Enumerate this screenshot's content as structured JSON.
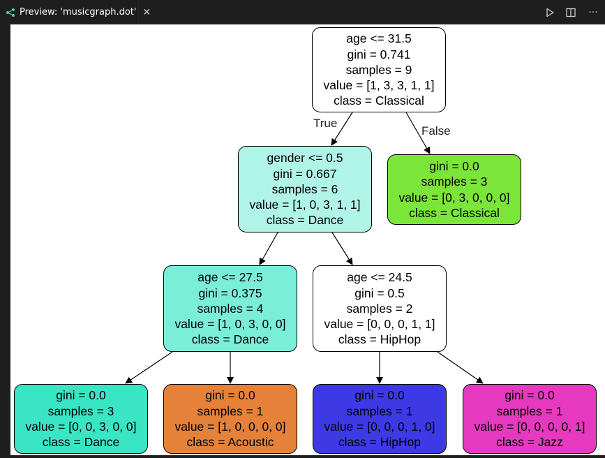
{
  "tab": {
    "title": "Preview: 'musicgraph.dot'",
    "close": "✕",
    "icon": "graph-preview-icon"
  },
  "toolbar": {
    "icons": [
      "run-icon",
      "split-editor-icon",
      "more-actions-icon"
    ],
    "more_label": "···"
  },
  "colors": {
    "accent_green": "#4ec9b0"
  },
  "tree": {
    "nodes": [
      {
        "id": "n0",
        "lines": [
          "age <= 31.5",
          "gini = 0.741",
          "samples = 9",
          "value = [1, 3, 3, 1, 1]",
          "class = Classical"
        ],
        "fill": "#ffffff"
      },
      {
        "id": "n1",
        "lines": [
          "gender <= 0.5",
          "gini = 0.667",
          "samples = 6",
          "value = [1, 0, 3, 1, 1]",
          "class = Dance"
        ],
        "fill": "#b0f4e7"
      },
      {
        "id": "n2",
        "lines": [
          "gini = 0.0",
          "samples = 3",
          "value = [0, 3, 0, 0, 0]",
          "class = Classical"
        ],
        "fill": "#7be539"
      },
      {
        "id": "n3",
        "lines": [
          "age <= 27.5",
          "gini = 0.375",
          "samples = 4",
          "value = [1, 0, 3, 0, 0]",
          "class = Dance"
        ],
        "fill": "#7beed8"
      },
      {
        "id": "n4",
        "lines": [
          "age <= 24.5",
          "gini = 0.5",
          "samples = 2",
          "value = [0, 0, 0, 1, 1]",
          "class = HipHop"
        ],
        "fill": "#ffffff"
      },
      {
        "id": "n5",
        "lines": [
          "gini = 0.0",
          "samples = 3",
          "value = [0, 0, 3, 0, 0]",
          "class = Dance"
        ],
        "fill": "#39e5c5"
      },
      {
        "id": "n6",
        "lines": [
          "gini = 0.0",
          "samples = 1",
          "value = [1, 0, 0, 0, 0]",
          "class = Acoustic"
        ],
        "fill": "#e58139"
      },
      {
        "id": "n7",
        "lines": [
          "gini = 0.0",
          "samples = 1",
          "value = [0, 0, 0, 1, 0]",
          "class = HipHop"
        ],
        "fill": "#3c39e5"
      },
      {
        "id": "n8",
        "lines": [
          "gini = 0.0",
          "samples = 1",
          "value = [0, 0, 0, 0, 1]",
          "class = Jazz"
        ],
        "fill": "#e539c0"
      }
    ],
    "edges": [
      {
        "from": "n0",
        "to": "n1",
        "label": "True"
      },
      {
        "from": "n0",
        "to": "n2",
        "label": "False"
      },
      {
        "from": "n1",
        "to": "n3",
        "label": ""
      },
      {
        "from": "n1",
        "to": "n4",
        "label": ""
      },
      {
        "from": "n3",
        "to": "n5",
        "label": ""
      },
      {
        "from": "n3",
        "to": "n6",
        "label": ""
      },
      {
        "from": "n4",
        "to": "n7",
        "label": ""
      },
      {
        "from": "n4",
        "to": "n8",
        "label": ""
      }
    ]
  }
}
